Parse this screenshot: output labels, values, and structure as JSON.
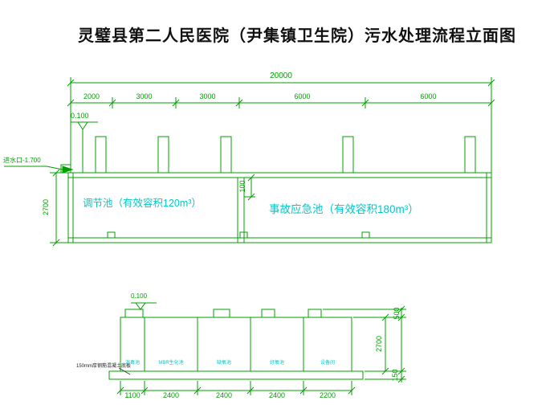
{
  "title": "灵璧县第二人民医院（尹集镇卫生院）污水处理流程立面图",
  "colors": {
    "line_green": "#00A000",
    "label_cyan": "#00C8C8",
    "title_black": "#111111"
  },
  "elevation_view": {
    "total_dim": "20000",
    "segment_dims": [
      "2000",
      "3000",
      "3000",
      "6000",
      "6000"
    ],
    "elevation_mark": "0.100",
    "inlet_label": "进水口-1.700",
    "left_height_dim": "2700",
    "wall_gap_dim": "100",
    "tank_labels": {
      "regulating": "调节池（有效容积120m³）",
      "emergency": "事故应急池（有效容积180m³）"
    }
  },
  "process_view": {
    "elevation_mark": "0.100",
    "slab_note": "150mm厚钢筋混凝土底板",
    "compartments": [
      "消毒池",
      "MBR生化池",
      "缺氧池",
      "好氧池",
      "设备间"
    ],
    "bottom_dims": [
      "1100",
      "2400",
      "2400",
      "2400",
      "2200"
    ],
    "right_dims": [
      "500",
      "2700",
      "150"
    ]
  }
}
